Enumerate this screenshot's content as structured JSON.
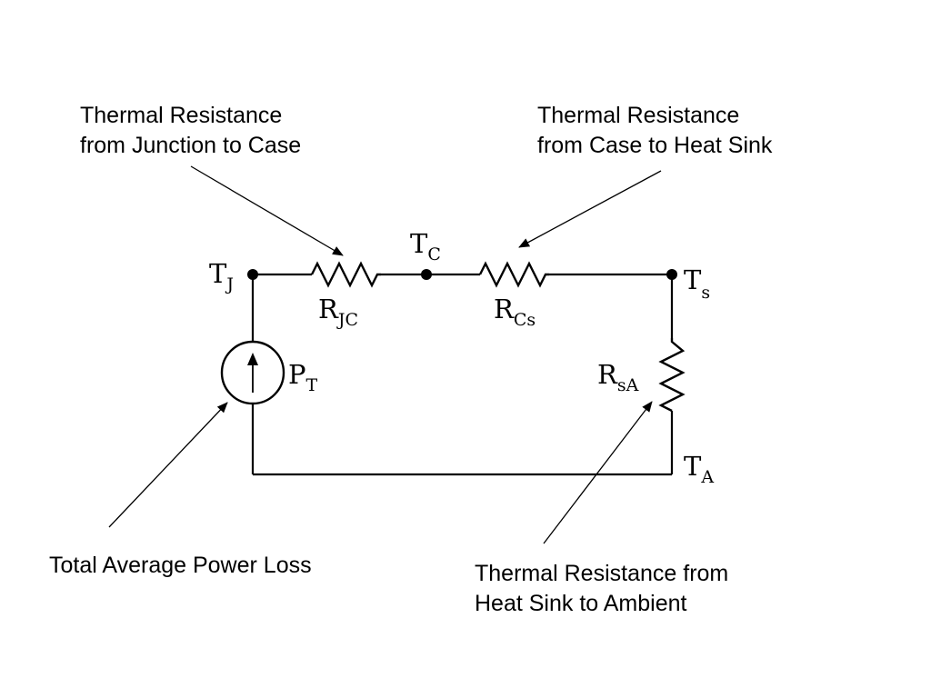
{
  "annotations": {
    "rjc_line1": "Thermal Resistance",
    "rjc_line2": "from Junction to Case",
    "rcs_line1": "Thermal Resistance",
    "rcs_line2": "from Case to Heat Sink",
    "power": "Total Average Power Loss",
    "rsa_line1": "Thermal Resistance from",
    "rsa_line2": "Heat Sink to Ambient"
  },
  "nodes": {
    "tj": {
      "main": "T",
      "sub": "J"
    },
    "tc": {
      "main": "T",
      "sub": "C"
    },
    "ts": {
      "main": "T",
      "sub": "s"
    },
    "ta": {
      "main": "T",
      "sub": "A"
    }
  },
  "components": {
    "rjc": {
      "main": "R",
      "sub": "JC"
    },
    "rcs": {
      "main": "R",
      "sub": "Cs"
    },
    "rsa": {
      "main": "R",
      "sub": "sA"
    },
    "pt": {
      "main": "P",
      "sub": "T"
    }
  }
}
